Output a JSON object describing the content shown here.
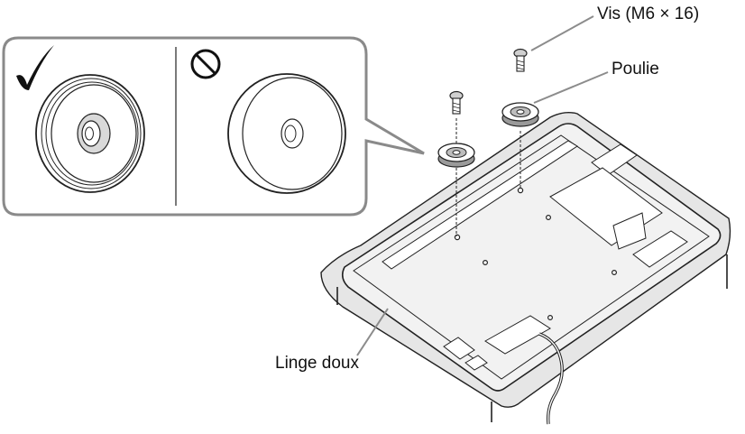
{
  "labels": {
    "screw": "Vis (M6 × 16)",
    "pulley": "Poulie",
    "cloth": "Linge doux"
  },
  "icons": {
    "correct": "checkmark-icon",
    "incorrect": "prohibited-icon"
  },
  "colors": {
    "line": "#222222",
    "inset_border": "#8a8a8a",
    "cloth": "#e6e6e6",
    "tv_panel": "#f2f2f2",
    "callout_line": "#8c8c8c"
  }
}
